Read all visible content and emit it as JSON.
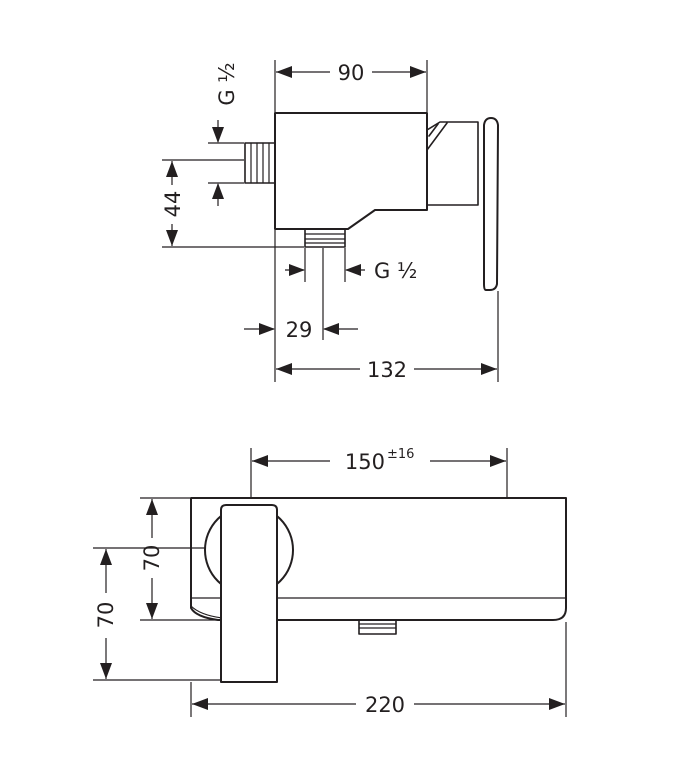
{
  "top_view": {
    "dim_width": "90",
    "thread_inlet": "G ½",
    "dim_height": "44",
    "thread_outlet": "G ½",
    "dim_offset": "29",
    "dim_depth": "132"
  },
  "front_view": {
    "dim_centers": "150",
    "dim_centers_tolerance": "±16",
    "dim_outlet_height": "70",
    "dim_lever_height": "70",
    "dim_width": "220"
  }
}
